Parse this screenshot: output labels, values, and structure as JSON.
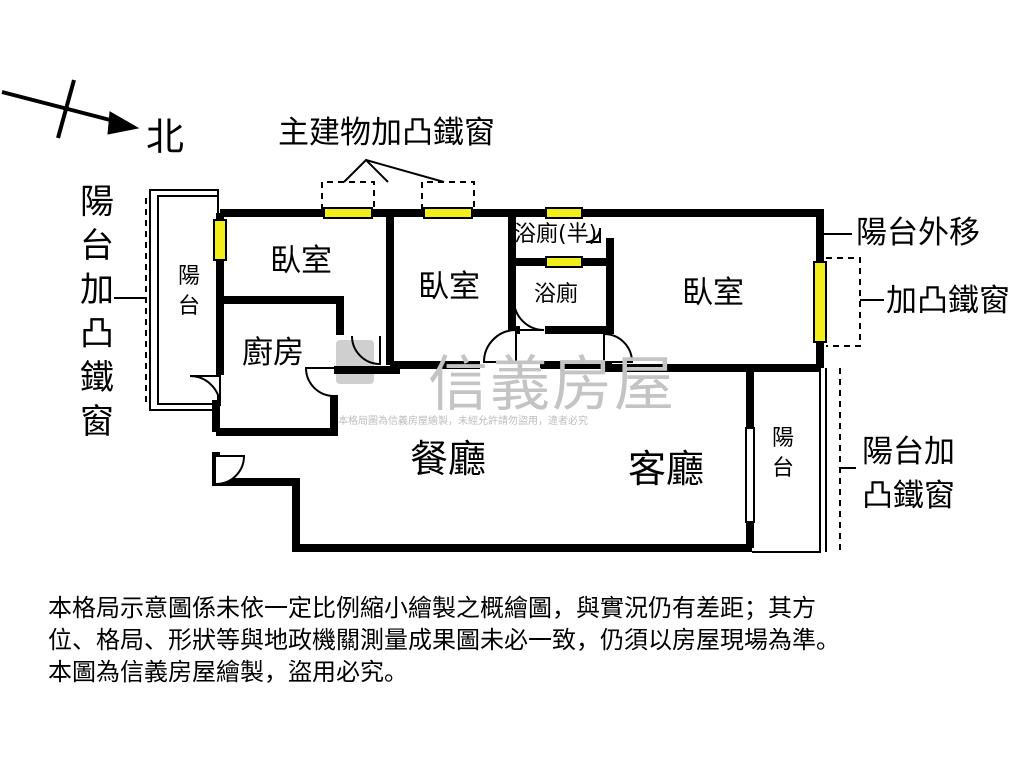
{
  "compass": {
    "label": "北"
  },
  "annotations": {
    "main_building_window": "主建物加凸鐵窗",
    "balcony_window_left": "陽台加凸鐵窗",
    "balcony_moved": "陽台外移",
    "bay_window_right": "加凸鐵窗",
    "balcony_window_right": "陽台加凸鐵窗"
  },
  "rooms": {
    "balcony_left": "陽台",
    "bedroom_1": "臥室",
    "bedroom_2": "臥室",
    "bedroom_3": "臥室",
    "kitchen": "廚房",
    "half_bath": "浴廁(半)",
    "bathroom": "浴廁",
    "dining": "餐廳",
    "living": "客廳",
    "balcony_right": "陽台"
  },
  "watermark": {
    "brand": "信義房屋",
    "notice": "本格局圖為信義房屋繪製，未經允許請勿盜用，違者必究"
  },
  "disclaimer": "本格局示意圖係未依一定比例縮小繪製之概繪圖，與實況仍有差距；其方\n位、格局、形狀等與地政機關測量成果圖未必一致，仍須以房屋現場為準。\n本圖為信義房屋繪製，盜用必究。",
  "colors": {
    "wall": "#000000",
    "window_fill": "#f2ee1c",
    "watermark": "#c4c4c4"
  }
}
